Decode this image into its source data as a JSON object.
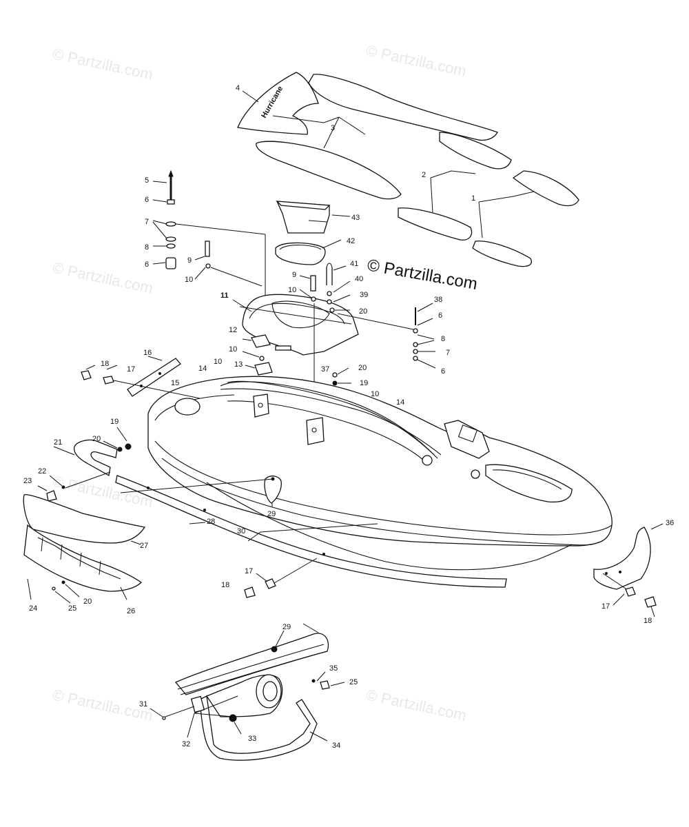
{
  "brand_watermark": "© Partzilla.com",
  "decal_text": "Hurricane",
  "callouts": [
    {
      "id": "c1",
      "label": "1"
    },
    {
      "id": "c2",
      "label": "2"
    },
    {
      "id": "c3",
      "label": "3"
    },
    {
      "id": "c4",
      "label": "4"
    },
    {
      "id": "c5",
      "label": "5"
    },
    {
      "id": "c6a",
      "label": "6"
    },
    {
      "id": "c7a",
      "label": "7"
    },
    {
      "id": "c8a",
      "label": "8"
    },
    {
      "id": "c6b",
      "label": "6"
    },
    {
      "id": "c9a",
      "label": "9"
    },
    {
      "id": "c10a",
      "label": "10"
    },
    {
      "id": "c43",
      "label": "43"
    },
    {
      "id": "c42",
      "label": "42"
    },
    {
      "id": "c41",
      "label": "41"
    },
    {
      "id": "c9b",
      "label": "9"
    },
    {
      "id": "c10b",
      "label": "10"
    },
    {
      "id": "c40",
      "label": "40"
    },
    {
      "id": "c39",
      "label": "39"
    },
    {
      "id": "c20a",
      "label": "20"
    },
    {
      "id": "c11",
      "label": "11"
    },
    {
      "id": "c38",
      "label": "38"
    },
    {
      "id": "c6c",
      "label": "6"
    },
    {
      "id": "c8b",
      "label": "8"
    },
    {
      "id": "c7b",
      "label": "7"
    },
    {
      "id": "c6d",
      "label": "6"
    },
    {
      "id": "c12",
      "label": "12"
    },
    {
      "id": "c10c",
      "label": "10"
    },
    {
      "id": "c13",
      "label": "13"
    },
    {
      "id": "c37",
      "label": "37"
    },
    {
      "id": "c20b",
      "label": "20"
    },
    {
      "id": "c19a",
      "label": "19"
    },
    {
      "id": "c16",
      "label": "16"
    },
    {
      "id": "c18a",
      "label": "18"
    },
    {
      "id": "c17a",
      "label": "17"
    },
    {
      "id": "c10d",
      "label": "10"
    },
    {
      "id": "c14a",
      "label": "14"
    },
    {
      "id": "c15",
      "label": "15"
    },
    {
      "id": "c10e",
      "label": "10"
    },
    {
      "id": "c14b",
      "label": "14"
    },
    {
      "id": "c19b",
      "label": "19"
    },
    {
      "id": "c20c",
      "label": "20"
    },
    {
      "id": "c21",
      "label": "21"
    },
    {
      "id": "c22",
      "label": "22"
    },
    {
      "id": "c23",
      "label": "23"
    },
    {
      "id": "c29a",
      "label": "29"
    },
    {
      "id": "c28",
      "label": "28"
    },
    {
      "id": "c30",
      "label": "30"
    },
    {
      "id": "c27",
      "label": "27"
    },
    {
      "id": "c36",
      "label": "36"
    },
    {
      "id": "c17b",
      "label": "17"
    },
    {
      "id": "c18b",
      "label": "18"
    },
    {
      "id": "c20d",
      "label": "20"
    },
    {
      "id": "c25a",
      "label": "25"
    },
    {
      "id": "c24",
      "label": "24"
    },
    {
      "id": "c26",
      "label": "26"
    },
    {
      "id": "c17c",
      "label": "17"
    },
    {
      "id": "c18c",
      "label": "18"
    },
    {
      "id": "c29b",
      "label": "29"
    },
    {
      "id": "c35",
      "label": "35"
    },
    {
      "id": "c25b",
      "label": "25"
    },
    {
      "id": "c31",
      "label": "31"
    },
    {
      "id": "c32",
      "label": "32"
    },
    {
      "id": "c33",
      "label": "33"
    },
    {
      "id": "c34",
      "label": "34"
    }
  ]
}
